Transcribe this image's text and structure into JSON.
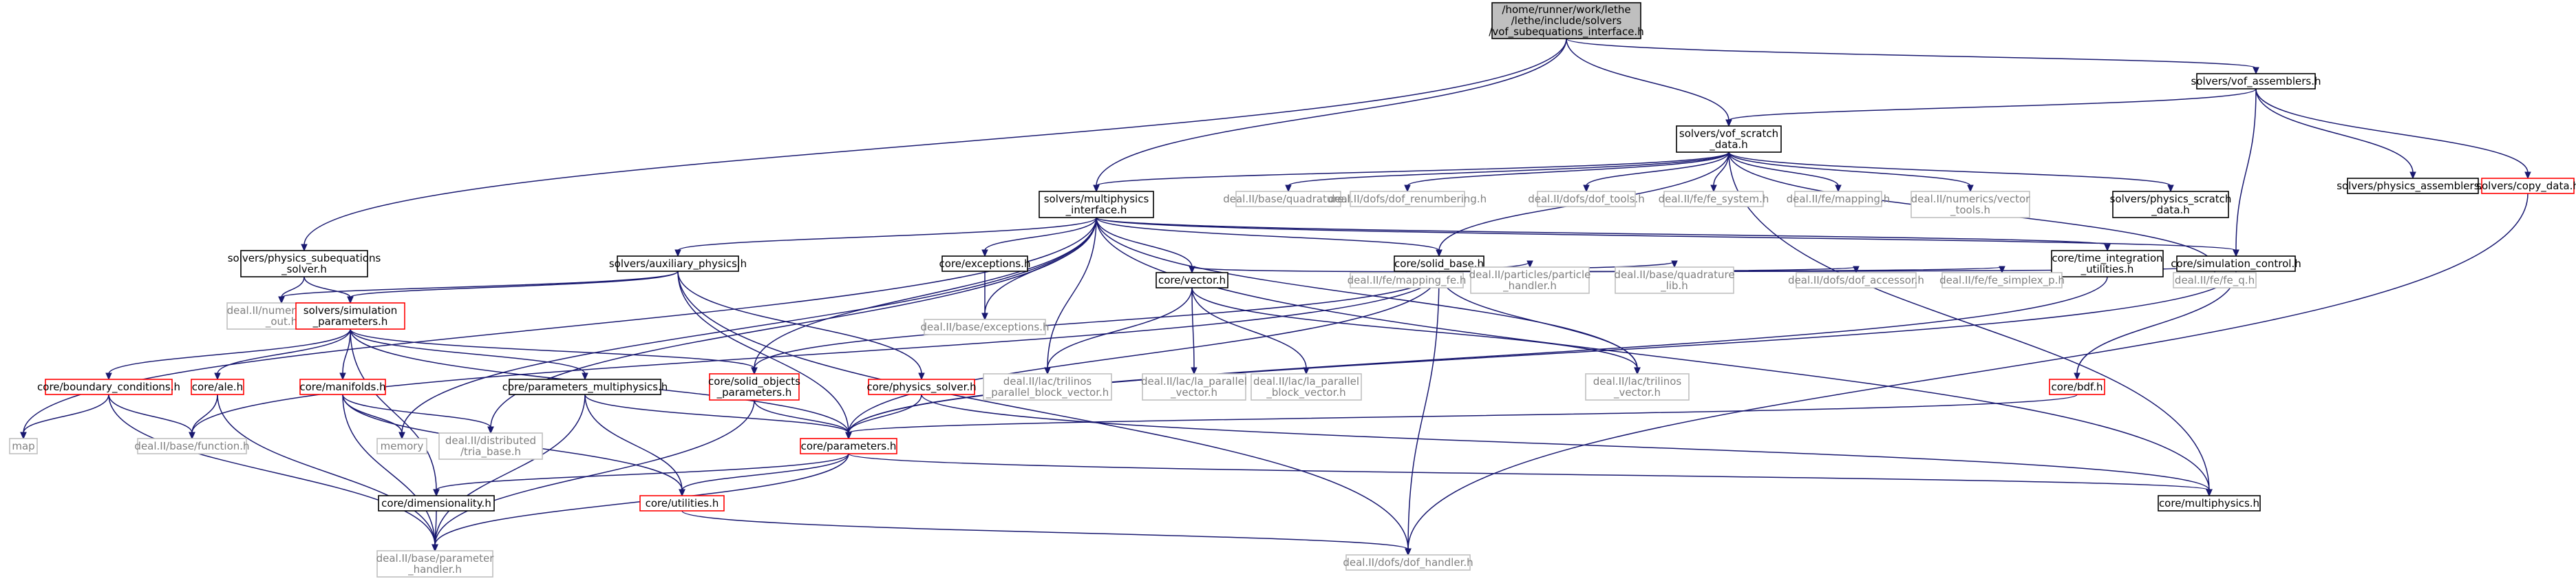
{
  "graph": {
    "root": "root",
    "colors": {
      "edge": "#191970",
      "root_fill": "#bfbfbf",
      "normal_border": "#000000",
      "truncated_border": "#ff0000",
      "external_border": "#bfbfbf",
      "external_text": "#7f7f7f",
      "text": "#000000"
    },
    "nodes": [
      {
        "id": "root",
        "label": [
          "/home/runner/work/lethe",
          "/lethe/include/solvers",
          "/vof_subequations_interface.h"
        ],
        "style": "root"
      },
      {
        "id": "vof_assemblers",
        "label": [
          "solvers/vof_assemblers.h"
        ],
        "style": "normal"
      },
      {
        "id": "vof_scratch",
        "label": [
          "solvers/vof_scratch",
          "_data.h"
        ],
        "style": "normal"
      },
      {
        "id": "physics_assemblers",
        "label": [
          "solvers/physics_assemblers.h"
        ],
        "style": "normal"
      },
      {
        "id": "copy_data",
        "label": [
          "solvers/copy_data.h"
        ],
        "style": "truncated"
      },
      {
        "id": "mp_interface",
        "label": [
          "solvers/multiphysics",
          "_interface.h"
        ],
        "style": "normal"
      },
      {
        "id": "dealii_quadrature",
        "label": [
          "deal.II/base/quadrature.h"
        ],
        "style": "external"
      },
      {
        "id": "dealii_dof_renum",
        "label": [
          "deal.II/dofs/dof_renumbering.h"
        ],
        "style": "external"
      },
      {
        "id": "dealii_dof_tools",
        "label": [
          "deal.II/dofs/dof_tools.h"
        ],
        "style": "external"
      },
      {
        "id": "dealii_fe_system",
        "label": [
          "deal.II/fe/fe_system.h"
        ],
        "style": "external"
      },
      {
        "id": "dealii_mapping",
        "label": [
          "deal.II/fe/mapping.h"
        ],
        "style": "external"
      },
      {
        "id": "dealii_vector_tools",
        "label": [
          "deal.II/numerics/vector",
          "_tools.h"
        ],
        "style": "external"
      },
      {
        "id": "physics_scratch",
        "label": [
          "solvers/physics_scratch",
          "_data.h"
        ],
        "style": "normal"
      },
      {
        "id": "phys_subeq_solver",
        "label": [
          "solvers/physics_subequations",
          "_solver.h"
        ],
        "style": "normal"
      },
      {
        "id": "aux_physics",
        "label": [
          "solvers/auxiliary_physics.h"
        ],
        "style": "normal"
      },
      {
        "id": "exceptions",
        "label": [
          "core/exceptions.h"
        ],
        "style": "normal"
      },
      {
        "id": "solid_base",
        "label": [
          "core/solid_base.h"
        ],
        "style": "normal"
      },
      {
        "id": "time_integration",
        "label": [
          "core/time_integration",
          "_utilities.h"
        ],
        "style": "normal"
      },
      {
        "id": "sim_control",
        "label": [
          "core/simulation_control.h"
        ],
        "style": "normal"
      },
      {
        "id": "dealii_data_out",
        "label": [
          "deal.II/numerics/data",
          "_out.h"
        ],
        "style": "external"
      },
      {
        "id": "sim_params",
        "label": [
          "solvers/simulation",
          "_parameters.h"
        ],
        "style": "truncated"
      },
      {
        "id": "dealii_exceptions",
        "label": [
          "deal.II/base/exceptions.h"
        ],
        "style": "external"
      },
      {
        "id": "vector_h",
        "label": [
          "core/vector.h"
        ],
        "style": "normal"
      },
      {
        "id": "dealii_fe_mapping_fe",
        "label": [
          "deal.II/fe/mapping_fe.h"
        ],
        "style": "external"
      },
      {
        "id": "dealii_particle_handler",
        "label": [
          "deal.II/particles/particle",
          "_handler.h"
        ],
        "style": "external"
      },
      {
        "id": "dealii_quad_lib",
        "label": [
          "deal.II/base/quadrature",
          "_lib.h"
        ],
        "style": "external"
      },
      {
        "id": "dealii_dof_accessor",
        "label": [
          "deal.II/dofs/dof_accessor.h"
        ],
        "style": "external"
      },
      {
        "id": "dealii_fe_simplex",
        "label": [
          "deal.II/fe/fe_simplex_p.h"
        ],
        "style": "external"
      },
      {
        "id": "dealii_fe_q",
        "label": [
          "deal.II/fe/fe_q.h"
        ],
        "style": "external"
      },
      {
        "id": "boundary_cond",
        "label": [
          "core/boundary_conditions.h"
        ],
        "style": "truncated"
      },
      {
        "id": "ale",
        "label": [
          "core/ale.h"
        ],
        "style": "truncated"
      },
      {
        "id": "manifolds",
        "label": [
          "core/manifolds.h"
        ],
        "style": "truncated"
      },
      {
        "id": "params_multiphysics",
        "label": [
          "core/parameters_multiphysics.h"
        ],
        "style": "normal"
      },
      {
        "id": "solid_obj_params",
        "label": [
          "core/solid_objects",
          "_parameters.h"
        ],
        "style": "truncated"
      },
      {
        "id": "physics_solver",
        "label": [
          "core/physics_solver.h"
        ],
        "style": "truncated"
      },
      {
        "id": "dealii_trilinos_block",
        "label": [
          "deal.II/lac/trilinos",
          "_parallel_block_vector.h"
        ],
        "style": "external"
      },
      {
        "id": "dealii_la_vector",
        "label": [
          "deal.II/lac/la_parallel",
          "_vector.h"
        ],
        "style": "external"
      },
      {
        "id": "dealii_la_block",
        "label": [
          "deal.II/lac/la_parallel",
          "_block_vector.h"
        ],
        "style": "external"
      },
      {
        "id": "dealii_trilinos_vector",
        "label": [
          "deal.II/lac/trilinos",
          "_vector.h"
        ],
        "style": "external"
      },
      {
        "id": "bdf",
        "label": [
          "core/bdf.h"
        ],
        "style": "truncated"
      },
      {
        "id": "map",
        "label": [
          "map"
        ],
        "style": "external"
      },
      {
        "id": "dealii_function",
        "label": [
          "deal.II/base/function.h"
        ],
        "style": "external"
      },
      {
        "id": "memory",
        "label": [
          "memory"
        ],
        "style": "external"
      },
      {
        "id": "dealii_tria_base",
        "label": [
          "deal.II/distributed",
          "/tria_base.h"
        ],
        "style": "external"
      },
      {
        "id": "parameters",
        "label": [
          "core/parameters.h"
        ],
        "style": "truncated"
      },
      {
        "id": "dimensionality",
        "label": [
          "core/dimensionality.h"
        ],
        "style": "normal"
      },
      {
        "id": "utilities",
        "label": [
          "core/utilities.h"
        ],
        "style": "truncated"
      },
      {
        "id": "multiphysics",
        "label": [
          "core/multiphysics.h"
        ],
        "style": "normal"
      },
      {
        "id": "dealii_param_handler",
        "label": [
          "deal.II/base/parameter",
          "_handler.h"
        ],
        "style": "external"
      },
      {
        "id": "dealii_dof_handler",
        "label": [
          "deal.II/dofs/dof_handler.h"
        ],
        "style": "external"
      }
    ],
    "edges": [
      [
        "root",
        "vof_assemblers"
      ],
      [
        "root",
        "vof_scratch"
      ],
      [
        "root",
        "mp_interface"
      ],
      [
        "root",
        "phys_subeq_solver"
      ],
      [
        "vof_assemblers",
        "vof_scratch"
      ],
      [
        "vof_assemblers",
        "physics_assemblers"
      ],
      [
        "vof_assemblers",
        "copy_data"
      ],
      [
        "vof_assemblers",
        "sim_control"
      ],
      [
        "vof_scratch",
        "mp_interface"
      ],
      [
        "vof_scratch",
        "dealii_quadrature"
      ],
      [
        "vof_scratch",
        "dealii_dof_renum"
      ],
      [
        "vof_scratch",
        "dealii_dof_tools"
      ],
      [
        "vof_scratch",
        "dealii_fe_system"
      ],
      [
        "vof_scratch",
        "dealii_mapping"
      ],
      [
        "vof_scratch",
        "dealii_vector_tools"
      ],
      [
        "vof_scratch",
        "physics_scratch"
      ],
      [
        "vof_scratch",
        "multiphysics"
      ],
      [
        "vof_scratch",
        "dealii_fe_q"
      ],
      [
        "vof_scratch",
        "solid_base"
      ],
      [
        "copy_data",
        "dealii_dof_handler"
      ],
      [
        "mp_interface",
        "aux_physics"
      ],
      [
        "mp_interface",
        "exceptions"
      ],
      [
        "mp_interface",
        "solid_base"
      ],
      [
        "mp_interface",
        "time_integration"
      ],
      [
        "mp_interface",
        "sim_control"
      ],
      [
        "mp_interface",
        "map"
      ],
      [
        "mp_interface",
        "memory"
      ],
      [
        "mp_interface",
        "dealii_tria_base"
      ],
      [
        "mp_interface",
        "vector_h"
      ],
      [
        "mp_interface",
        "dealii_exceptions"
      ],
      [
        "mp_interface",
        "multiphysics"
      ],
      [
        "mp_interface",
        "dealii_trilinos_block"
      ],
      [
        "mp_interface",
        "dealii_trilinos_vector"
      ],
      [
        "mp_interface",
        "solid_obj_params"
      ],
      [
        "phys_subeq_solver",
        "dealii_data_out"
      ],
      [
        "phys_subeq_solver",
        "sim_params"
      ],
      [
        "aux_physics",
        "dealii_data_out"
      ],
      [
        "aux_physics",
        "sim_params"
      ],
      [
        "aux_physics",
        "physics_solver"
      ],
      [
        "aux_physics",
        "parameters"
      ],
      [
        "aux_physics",
        "dealii_dof_handler"
      ],
      [
        "exceptions",
        "dealii_exceptions"
      ],
      [
        "solid_base",
        "vector_h"
      ],
      [
        "solid_base",
        "dealii_fe_mapping_fe"
      ],
      [
        "solid_base",
        "dealii_particle_handler"
      ],
      [
        "solid_base",
        "dealii_quad_lib"
      ],
      [
        "solid_base",
        "dealii_dof_accessor"
      ],
      [
        "solid_base",
        "dealii_fe_simplex"
      ],
      [
        "solid_base",
        "dealii_fe_q"
      ],
      [
        "solid_base",
        "solid_obj_params"
      ],
      [
        "solid_base",
        "dealii_trilinos_vector"
      ],
      [
        "solid_base",
        "parameters"
      ],
      [
        "solid_base",
        "dealii_dof_handler"
      ],
      [
        "solid_base",
        "dealii_function"
      ],
      [
        "time_integration",
        "parameters"
      ],
      [
        "sim_control",
        "bdf"
      ],
      [
        "sim_control",
        "parameters"
      ],
      [
        "sim_params",
        "boundary_cond"
      ],
      [
        "sim_params",
        "ale"
      ],
      [
        "sim_params",
        "manifolds"
      ],
      [
        "sim_params",
        "params_multiphysics"
      ],
      [
        "sim_params",
        "solid_obj_params"
      ],
      [
        "sim_params",
        "parameters"
      ],
      [
        "sim_params",
        "dimensionality"
      ],
      [
        "vector_h",
        "dealii_trilinos_block"
      ],
      [
        "vector_h",
        "dealii_la_vector"
      ],
      [
        "vector_h",
        "dealii_la_block"
      ],
      [
        "vector_h",
        "dealii_trilinos_vector"
      ],
      [
        "boundary_cond",
        "map"
      ],
      [
        "boundary_cond",
        "dealii_function"
      ],
      [
        "boundary_cond",
        "dealii_param_handler"
      ],
      [
        "ale",
        "dealii_function"
      ],
      [
        "ale",
        "dealii_param_handler"
      ],
      [
        "manifolds",
        "memory"
      ],
      [
        "manifolds",
        "dealii_tria_base"
      ],
      [
        "manifolds",
        "dealii_param_handler"
      ],
      [
        "manifolds",
        "utilities"
      ],
      [
        "params_multiphysics",
        "parameters"
      ],
      [
        "params_multiphysics",
        "utilities"
      ],
      [
        "params_multiphysics",
        "dealii_param_handler"
      ],
      [
        "solid_obj_params",
        "parameters"
      ],
      [
        "solid_obj_params",
        "dealii_param_handler"
      ],
      [
        "physics_solver",
        "parameters"
      ],
      [
        "physics_solver",
        "multiphysics"
      ],
      [
        "bdf",
        "parameters"
      ],
      [
        "parameters",
        "dimensionality"
      ],
      [
        "parameters",
        "utilities"
      ],
      [
        "parameters",
        "multiphysics"
      ],
      [
        "parameters",
        "dealii_param_handler"
      ],
      [
        "dimensionality",
        "dealii_param_handler"
      ],
      [
        "utilities",
        "dealii_dof_handler"
      ]
    ]
  }
}
